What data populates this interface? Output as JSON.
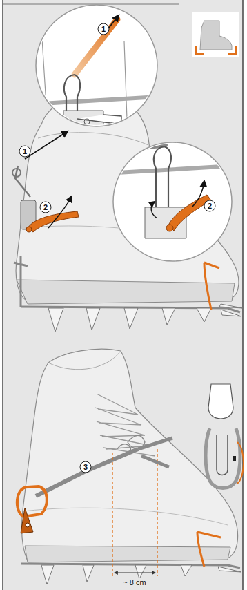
{
  "diagram": {
    "labels": [
      "1",
      "1",
      "2",
      "2",
      "3",
      "~ 8 cm"
    ]
  }
}
